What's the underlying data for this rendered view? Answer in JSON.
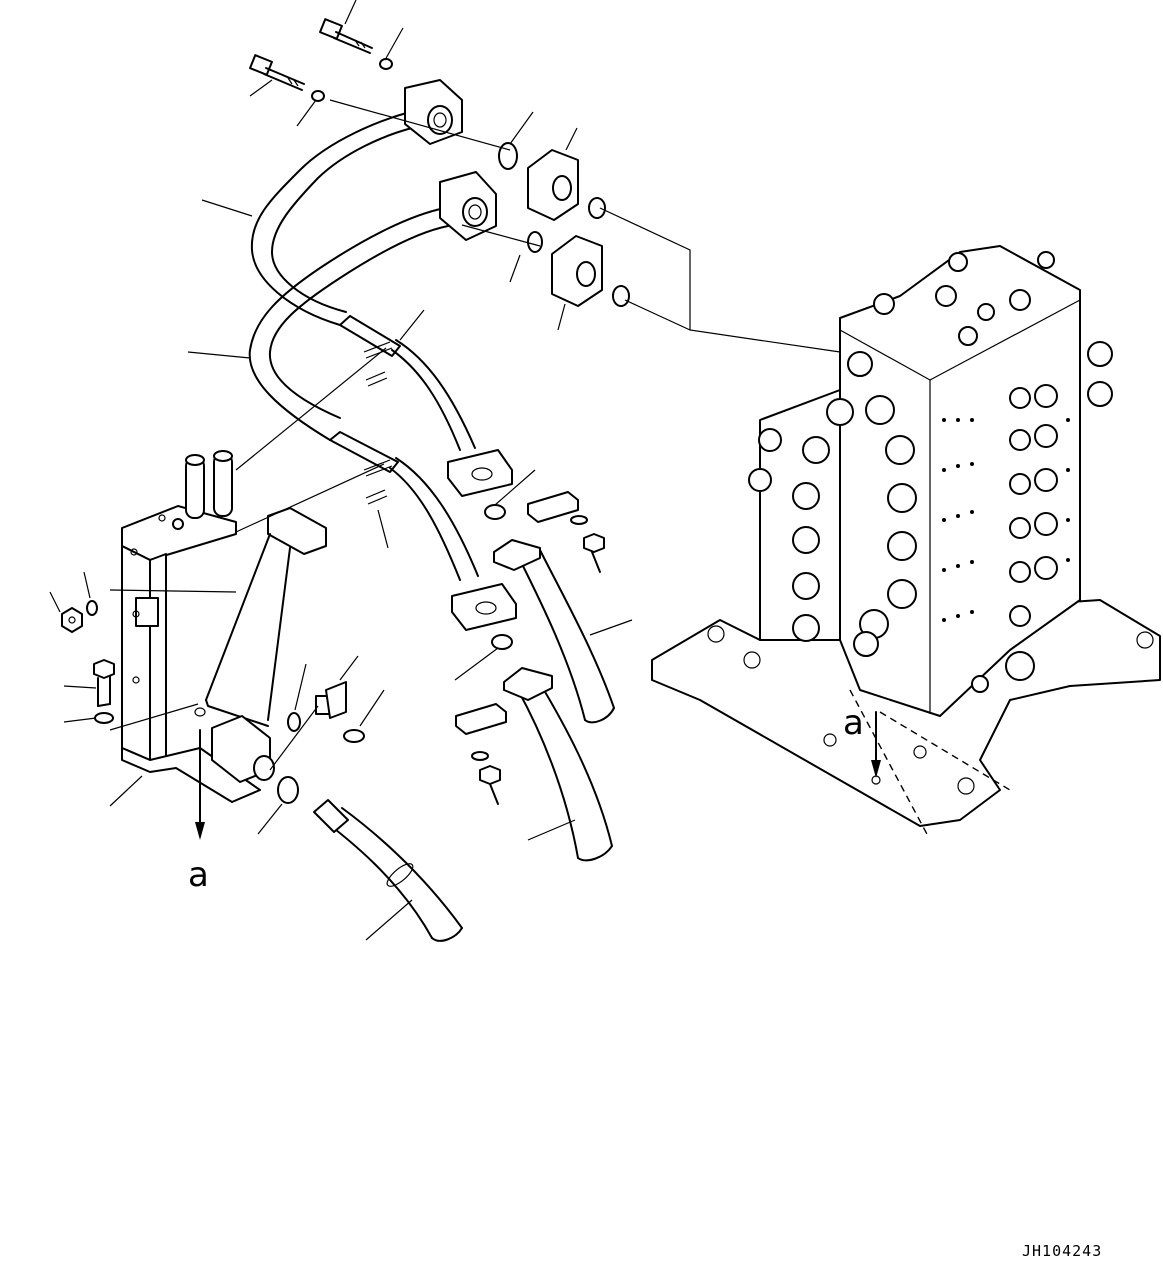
{
  "drawing": {
    "reference_label_left": "a",
    "reference_label_right": "a",
    "document_id": "JH104243"
  }
}
